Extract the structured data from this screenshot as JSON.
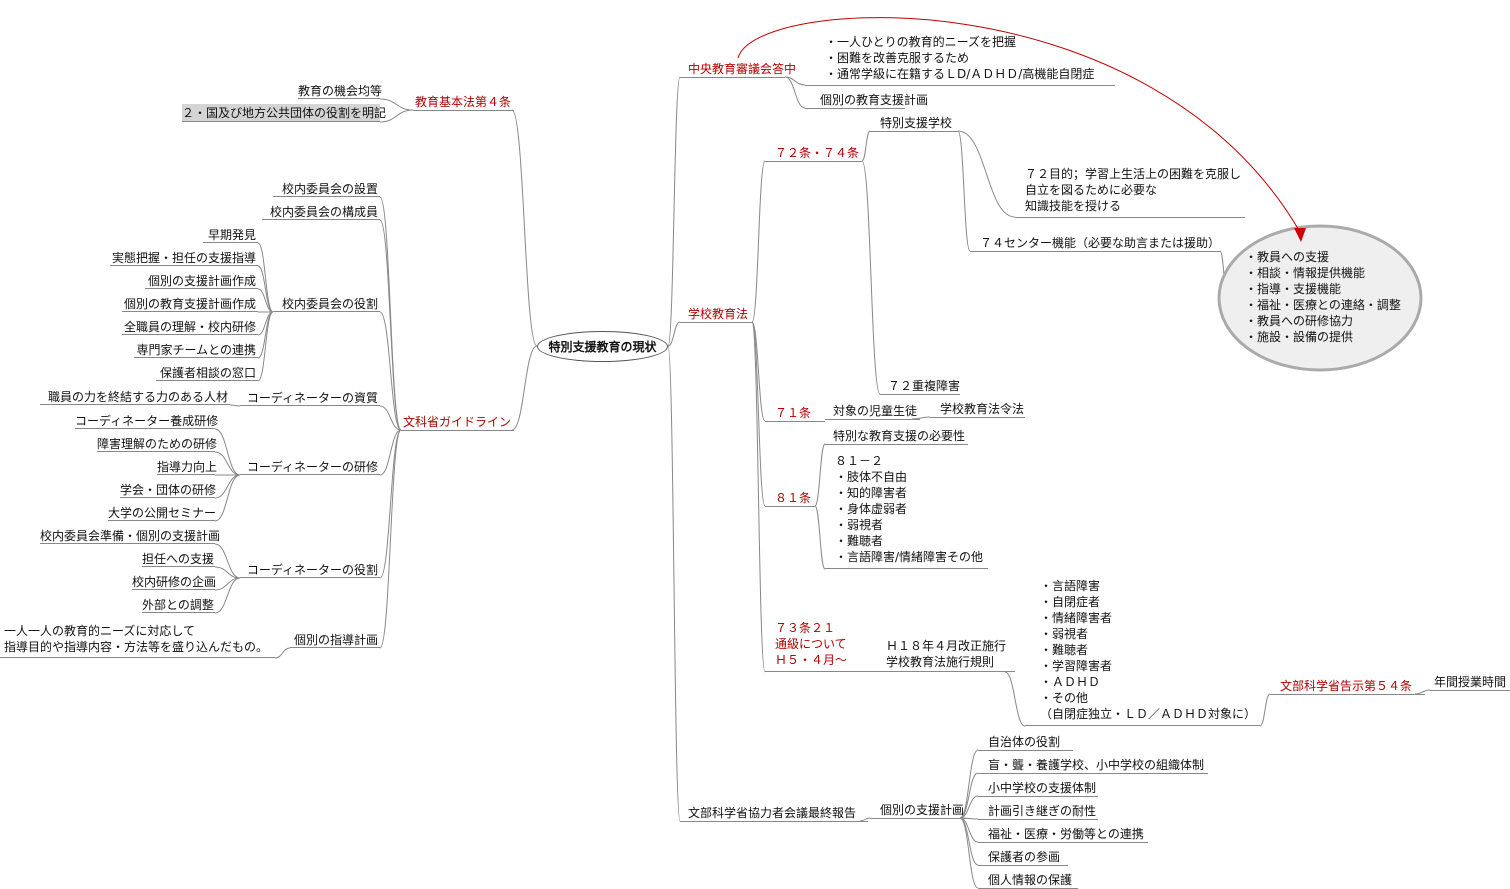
{
  "center": {
    "label": "特別支援教育の現状"
  },
  "left": {
    "kihonho": {
      "label": "教育基本法第４条",
      "children": [
        "教育の機会均等",
        "２・国及び地方公共団体の役割を明記"
      ]
    },
    "guideline": {
      "label": "文科省ガイドライン",
      "setchi": "校内委員会の設置",
      "koseiin": "校内委員会の構成員",
      "yakuwari": {
        "label": "校内委員会の役割",
        "children": [
          "早期発見",
          "実態把握・担任の支援指導",
          "個別の支援計画作成",
          "個別の教育支援計画作成",
          "全職員の理解・校内研修",
          "専門家チームとの連携",
          "保護者相談の窓口"
        ]
      },
      "shishitsu": {
        "label": "コーディネーターの資質",
        "children": [
          "職員の力を終結する力のある人材"
        ]
      },
      "kenshu": {
        "label": "コーディネーターの研修",
        "children": [
          "コーディネーター養成研修",
          "障害理解のための研修",
          "指導力向上",
          "学会・団体の研修",
          "大学の公開セミナー"
        ]
      },
      "coord_yakuwari": {
        "label": "コーディネーターの役割",
        "children": [
          "校内委員会準備・個別の支援計画",
          "担任への支援",
          "校内研修の企画",
          "外部との調整"
        ]
      },
      "shido": {
        "label": "個別の指導計画",
        "note": [
          "一人一人の教育的ニーズに対応して",
          "指導目的や指導内容・方法等を盛り込んだもの。"
        ]
      }
    }
  },
  "right": {
    "chuo": {
      "label": "中央教育審議会答中",
      "note": [
        "・一人ひとりの教育的ニーズを把握",
        "・困難を改善克服するため",
        "・通常学級に在籍するＬD/ＡＤＨＤ/高機能自閉症"
      ],
      "child": "個別の教育支援計画"
    },
    "gakko": {
      "label": "学校教育法",
      "a72": {
        "label": "７２条・７４条",
        "school": "特別支援学校",
        "purpose": [
          "７２目的；学習上生活上の困難を克服し",
          "自立を図るために必要な",
          "知識技能を授ける"
        ],
        "center": "７４センター機能（必要な助言または援助）",
        "center_items": [
          "・教員への支援",
          "・相談・情報提供機能",
          "・指導・支援機能",
          "・福祉・医療との連絡・調整",
          "・教員への研修協力",
          "・施設・設備の提供"
        ],
        "juhuku": "７２重複障害"
      },
      "a71": {
        "label": "７１条",
        "child": "対象の児童生徒",
        "grandchild": "学校教育法令法"
      },
      "a81": {
        "label": "８１条",
        "need": "特別な教育支援の必要性",
        "list": [
          "８１－２",
          "・肢体不自由",
          "・知的障害者",
          "・身体虚弱者",
          "・弱視者",
          "・難聴者",
          "・言語障害/情緒障害その他"
        ]
      },
      "a73": {
        "label": [
          "７３条２１",
          "通級について",
          "Ｈ５・４月～"
        ],
        "rule": [
          "Ｈ１８年４月改正施行",
          "学校教育法施行規則"
        ],
        "list": [
          "・言語障害",
          "・自閉症者",
          "・情緒障害者",
          "・弱視者",
          "・難聴者",
          "・学習障害者",
          "・ＡＤＨＤ",
          "・その他",
          "（自閉症独立・ＬＤ／ＡＤＨＤ対象に）"
        ],
        "kokuji": "文部科学省告示第５４条",
        "jikan": "年間授業時間"
      }
    },
    "kyoryoku": {
      "label": "文部科学省協力者会議最終報告",
      "plan": "個別の支援計画",
      "children": [
        "自治体の役割",
        "盲・聾・養護学校、小中学校の組織体制",
        "小中学校の支援体制",
        "計画引き継ぎの耐性",
        "福祉・医療・労働等との連携",
        "保護者の参画",
        "個人情報の保護"
      ]
    }
  },
  "colors": {
    "accent_red": "#b00000",
    "line": "#888888",
    "bubble_fill": "#efefef",
    "bubble_stroke": "#aaaaaa"
  }
}
